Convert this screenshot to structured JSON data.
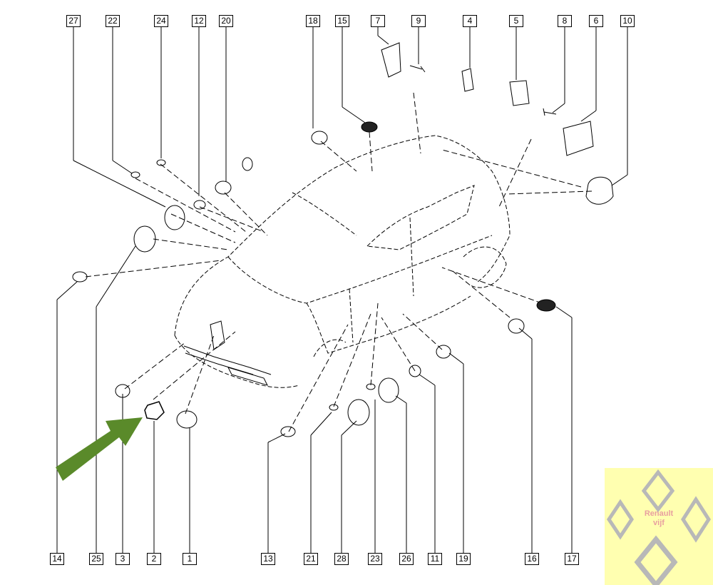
{
  "diagram": {
    "reference_numbers": {
      "top": [
        "27",
        "22",
        "24",
        "12",
        "20",
        "18",
        "15",
        "7",
        "9",
        "4",
        "5",
        "8",
        "6",
        "10"
      ],
      "bottom": [
        "14",
        "25",
        "3",
        "2",
        "1",
        "13",
        "21",
        "28",
        "23",
        "26",
        "11",
        "19",
        "16",
        "17"
      ]
    },
    "highlighted_part": "2",
    "colors": {
      "lines": "#000000",
      "arrow": "#5a8a2a",
      "watermark_bg": "#ffffb0"
    }
  },
  "watermark": {
    "line1": "Renault",
    "line2": "vijf",
    "logo": "renault-diamond-logo"
  }
}
